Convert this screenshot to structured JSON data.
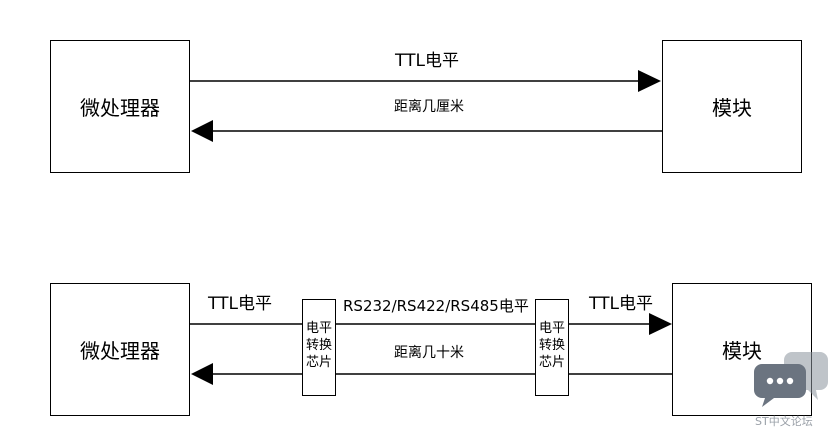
{
  "diagram_top": {
    "left_box": "微处理器",
    "right_box": "模块",
    "signal_label": "TTL电平",
    "distance_label": "距离几厘米"
  },
  "diagram_bottom": {
    "left_box": "微处理器",
    "right_box": "模块",
    "left_signal_label": "TTL电平",
    "middle_signal_label": "RS232/RS422/RS485电平",
    "right_signal_label": "TTL电平",
    "distance_label": "距离几十米",
    "chip_left": [
      "电平",
      "转换",
      "芯片"
    ],
    "chip_right": [
      "电平",
      "转换",
      "芯片"
    ]
  },
  "watermark": {
    "text": "ST中文论坛",
    "colors": {
      "bubble": "#6b7480",
      "dots": "#ffffff"
    }
  },
  "colors": {
    "line": "#000000",
    "background": "#ffffff"
  }
}
